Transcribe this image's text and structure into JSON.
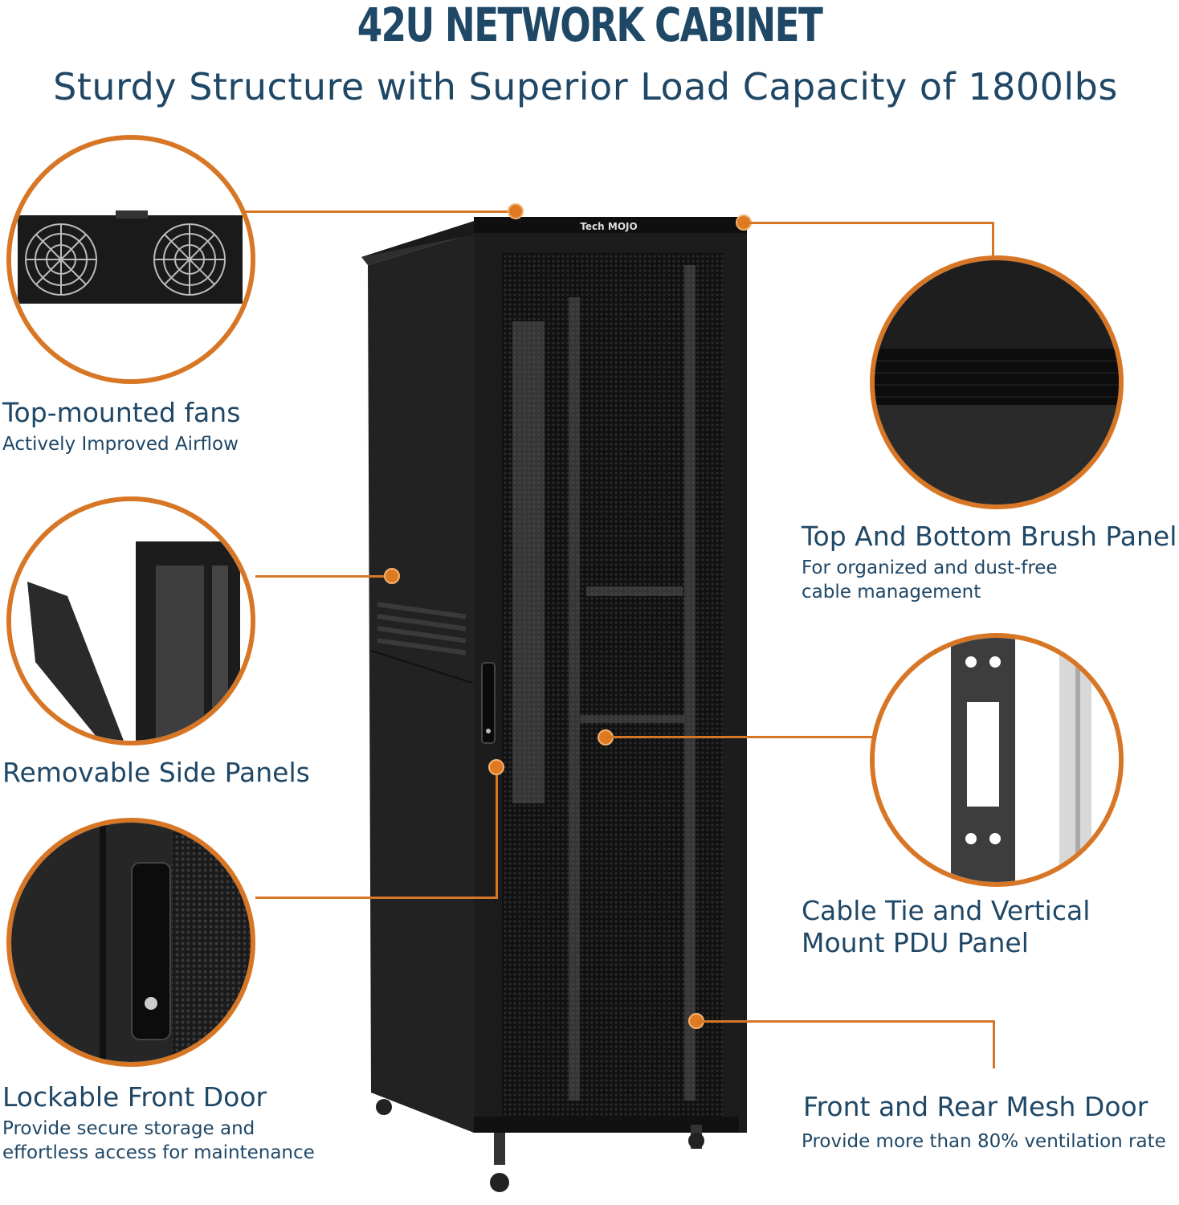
{
  "header": {
    "title": "42U NETWORK CABINET",
    "subtitle": "Sturdy Structure with Superior Load Capacity of 1800lbs"
  },
  "features": [
    {
      "title": "Top-mounted fans",
      "subtitle": "Actively Improved Airflow"
    },
    {
      "title": "Removable Side Panels",
      "subtitle": ""
    },
    {
      "title": "Lockable Front Door",
      "subtitle": "Provide secure storage and effortless access for maintenance"
    },
    {
      "title": "Top And Bottom Brush Panel",
      "subtitle": "For organized and dust-free cable management"
    },
    {
      "title": "Cable Tie and Vertical Mount PDU Panel",
      "subtitle": ""
    },
    {
      "title": "Front and Rear Mesh Door",
      "subtitle": "Provide more than 80% ventilation rate"
    }
  ],
  "brand": {
    "logo_text": "Tech MOJO"
  },
  "colors": {
    "accent": "#d77726",
    "text": "#1f4766",
    "cabinet": "#1b1b1b"
  }
}
